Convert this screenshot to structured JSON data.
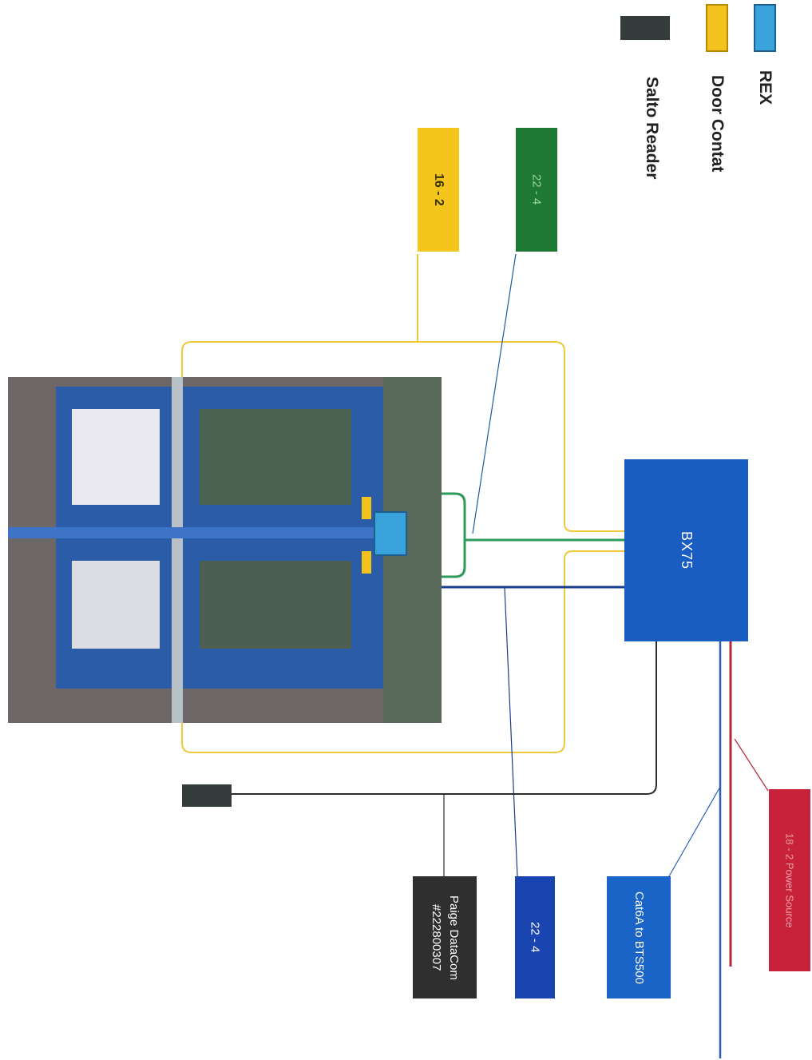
{
  "legend": [
    {
      "label": "REX",
      "color": "#3aa3dc"
    },
    {
      "label": "Door Contat",
      "color": "#f3c21c"
    },
    {
      "label": "Salto Reader",
      "color": "#333c3a"
    }
  ],
  "boxes": {
    "yellow_cable": {
      "label": "16 - 2",
      "color": "#f4c51b"
    },
    "green_cable": {
      "label": "22 - 4",
      "color": "#1e7a33"
    },
    "controller": {
      "label": "BX75",
      "color": "#1a5dc2"
    },
    "red_cable": {
      "label": "18 - 2 Power Source",
      "color": "#c8213a"
    },
    "blue_cable": {
      "label": "Cat6A to BTS500",
      "color": "#1a64c8"
    },
    "navy_cable": {
      "label": "22 - 4",
      "color": "#1a45b0"
    },
    "black_cable": {
      "label": "Paige DataCom #222800307",
      "color": "#2f2f2f"
    }
  },
  "wires": {
    "yellow": "#f0c93a",
    "green": "#2e9a5a",
    "navy": "#1c3d8c",
    "black": "#2c2c2c",
    "red": "#b5283a",
    "blue": "#2d5fb5"
  }
}
